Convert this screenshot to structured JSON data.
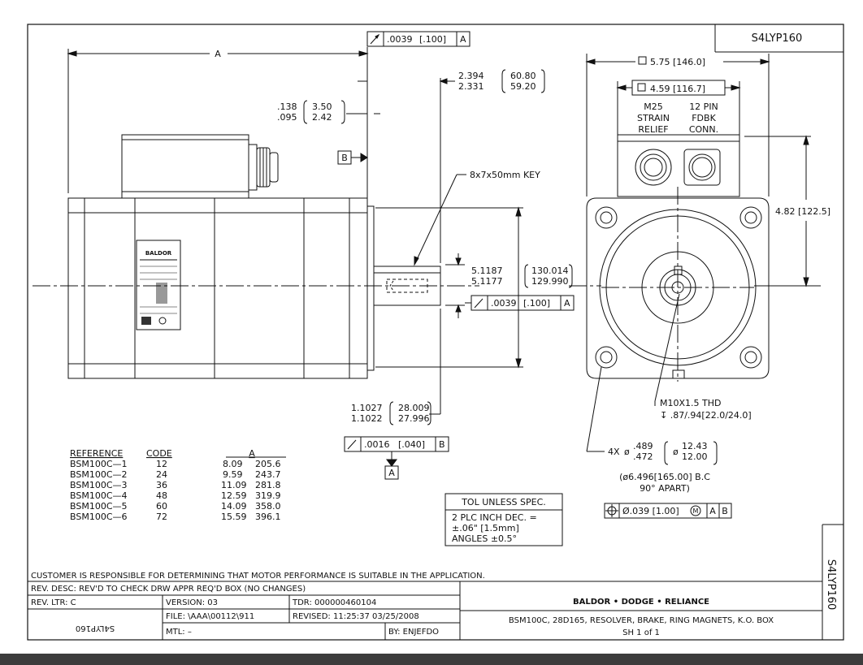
{
  "drawing_number": "S4LYP160",
  "dimensions": {
    "overall_length": "A",
    "runout_top": {
      "value": ".0039",
      "metric": "[.100]",
      "datum": "A"
    },
    "flange_thickness": {
      "in_max": ".138",
      "in_min": ".095",
      "mm_max": "3.50",
      "mm_min": "2.42"
    },
    "datum_b": "B",
    "shaft_length": {
      "in_max": "2.394",
      "in_min": "2.331",
      "mm_max": "60.80",
      "mm_min": "59.20"
    },
    "key": "8x7x50mm  KEY",
    "pilot_dia": {
      "in_max": "5.1187",
      "in_min": "5.1177",
      "mm_max": "130.014",
      "mm_min": "129.990"
    },
    "runout_pilot": {
      "value": ".0039",
      "metric": "[.100]",
      "datum": "A"
    },
    "shaft_dia": {
      "in_max": "1.1027",
      "in_min": "1.1022",
      "mm_max": "28.009",
      "mm_min": "27.996"
    },
    "runout_shaft": {
      "value": ".0016",
      "metric": "[.040]",
      "datum": "B"
    },
    "datum_a": "A",
    "flange_square": "5.75 [146.0]",
    "box_square": "4.59 [116.7]",
    "strain_relief": [
      "M25",
      "STRAIN",
      "RELIEF"
    ],
    "fdbk_conn": [
      "12 PIN",
      "FDBK",
      "CONN."
    ],
    "height_box": "4.82 [122.5]",
    "thread": [
      "M10X1.5 THD",
      "↧ .87/.94[22.0/24.0]"
    ],
    "holes": {
      "prefix": "4X",
      "in_max": ".489",
      "in_min": ".472",
      "mm_max": "12.43",
      "mm_min": "12.00"
    },
    "bolt_circle": [
      "(ø6.496[165.00] B.C",
      "90° APART)"
    ],
    "position_tol": {
      "value": "Ø.039 [1.00]",
      "modifier": "M",
      "datum1": "A",
      "datum2": "B"
    }
  },
  "reference_table": {
    "headers": [
      "REFERENCE",
      "CODE",
      "A"
    ],
    "rows": [
      [
        "BSM100C—1",
        "12",
        "8.09",
        "205.6"
      ],
      [
        "BSM100C—2",
        "24",
        "9.59",
        "243.7"
      ],
      [
        "BSM100C—3",
        "36",
        "11.09",
        "281.8"
      ],
      [
        "BSM100C—4",
        "48",
        "12.59",
        "319.9"
      ],
      [
        "BSM100C—5",
        "60",
        "14.09",
        "358.0"
      ],
      [
        "BSM100C—6",
        "72",
        "15.59",
        "396.1"
      ]
    ]
  },
  "tolerance_box": {
    "title": "TOL UNLESS SPEC.",
    "lines": [
      "2 PLC INCH DEC. =",
      "±.06\" [1.5mm]",
      "ANGLES  ±0.5°"
    ]
  },
  "customer_note": "CUSTOMER IS RESPONSIBLE FOR DETERMINING THAT MOTOR PERFORMANCE IS SUITABLE IN THE APPLICATION.",
  "title_block": {
    "rev_desc": "REV. DESC:  REV'D TO CHECK DRW APPR REQ'D BOX (NO CHANGES)",
    "rev_ltr": "REV. LTR:  C",
    "version": "VERSION: 03",
    "tdr": "TDR: 000000460104",
    "file": "FILE: \\AAA\\00112\\911",
    "revised": "REVISED: 11:25:37 03/25/2008",
    "mtl": "MTL:  –",
    "by": "BY: ENJEFDO",
    "brand": "BALDOR • DODGE • RELIANCE",
    "description": "BSM100C, 28D165, RESOLVER, BRAKE, RING MAGNETS, K.O. BOX",
    "sheet": "SH 1 of 1"
  },
  "nameplate_brand": "BALDOR"
}
